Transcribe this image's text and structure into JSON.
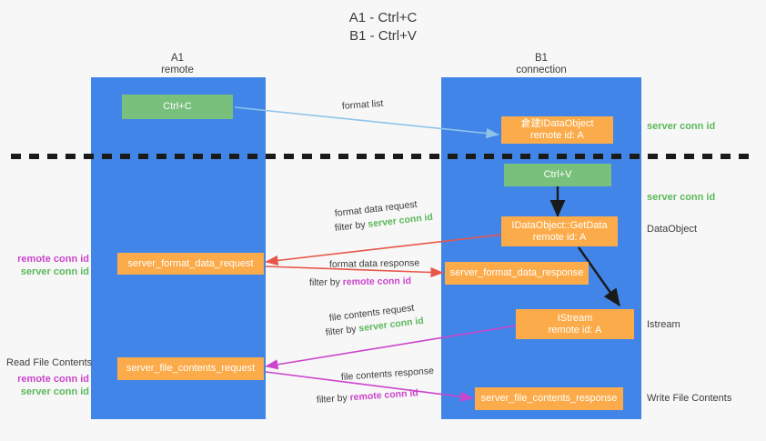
{
  "title": "A1 - Ctrl+C\nB1 - Ctrl+V",
  "lanes": [
    {
      "name": "A1",
      "sub": "remote"
    },
    {
      "name": "B1",
      "sub": "connection"
    }
  ],
  "colors": {
    "lane": "#4285e8",
    "green_box": "#78c07b",
    "orange_box": "#fbab49",
    "server_conn": "#5cb85c",
    "remote_conn": "#cc44cc",
    "arrow_blue": "#8fc4ea",
    "arrow_red": "#e8564a",
    "arrow_magenta": "#cc44cc",
    "arrow_black": "#1a1a1a",
    "divider": "#1a1a1a",
    "background": "#f7f7f7"
  },
  "boxes": {
    "ctrl_c": "Ctrl+C",
    "ctrl_v": "Ctrl+V",
    "dataobject_create": "倉建IDataObject\nremote id: A",
    "getdata": "IDataObject::GetData\nremote id: A",
    "istream": "IStream\nremote id: A",
    "server_format_data_request": "server_format_data_request",
    "server_format_data_response": "server_format_data_response",
    "server_file_contents_request": "server_file_contents_request",
    "server_file_contents_response": "server_file_contents_response"
  },
  "edge_labels": {
    "format_list": "format list",
    "format_data_request": "format data request",
    "format_data_request_filter_prefix": "filter by ",
    "format_data_request_filter_value": "server conn id",
    "format_data_response": "format data response",
    "format_data_response_filter_prefix": "filter by ",
    "format_data_response_filter_value": "remote conn id",
    "file_contents_request": "file contents request",
    "file_contents_request_filter_prefix": "filter by ",
    "file_contents_request_filter_value": "server conn id",
    "file_contents_response": "file contents response",
    "file_contents_response_filter_prefix": "filter by ",
    "file_contents_response_filter_value": "remote conn id"
  },
  "right_annotations": [
    {
      "text": "server conn id",
      "style": "green"
    },
    {
      "text": "server conn id",
      "style": "green"
    },
    {
      "text": "DataObject",
      "style": "gray"
    },
    {
      "text": "Istream",
      "style": "gray"
    },
    {
      "text": "Write File Contents",
      "style": "gray"
    }
  ],
  "left_annotations": {
    "group_top_remote": "remote conn id",
    "group_top_server": "server conn id",
    "read_file_contents": "Read File Contents",
    "group_bottom_remote": "remote conn id",
    "group_bottom_server": "server conn id"
  }
}
